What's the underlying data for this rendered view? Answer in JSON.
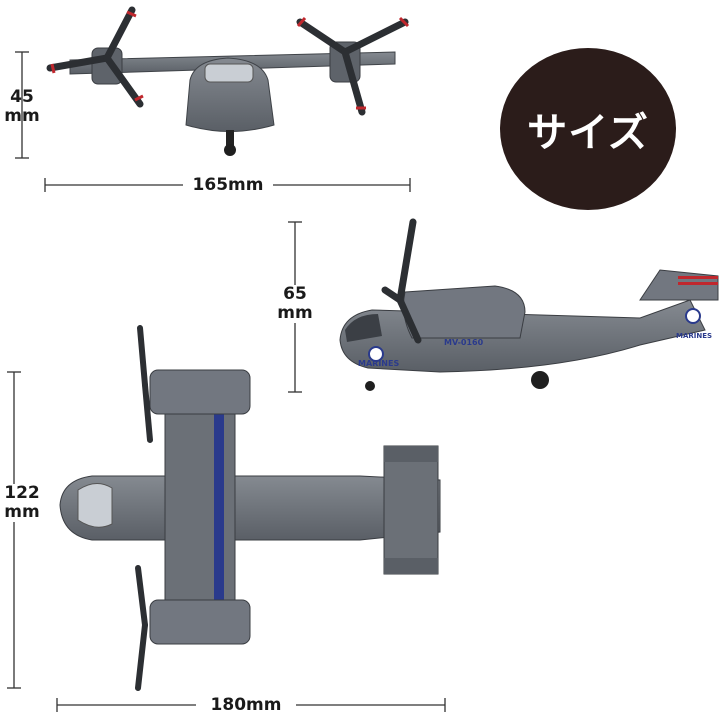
{
  "badge": {
    "label": "サイズ",
    "color": "#2b1c1a"
  },
  "dimensions": {
    "front_height": {
      "value": "45",
      "unit": "mm"
    },
    "front_width": {
      "label": "165mm"
    },
    "side_height": {
      "value": "65",
      "unit": "mm"
    },
    "top_height": {
      "value": "122",
      "unit": "mm"
    },
    "top_length": {
      "label": "180mm"
    }
  },
  "aircraft_markings": {
    "model": "MV-0160",
    "text": "MARINES",
    "tail": "MARINES"
  },
  "colors": {
    "body": "#6b7077",
    "body_dark": "#4a4e54",
    "stripe_blue": "#2a3a8c",
    "stripe_red": "#c0272d",
    "line": "#333333"
  }
}
